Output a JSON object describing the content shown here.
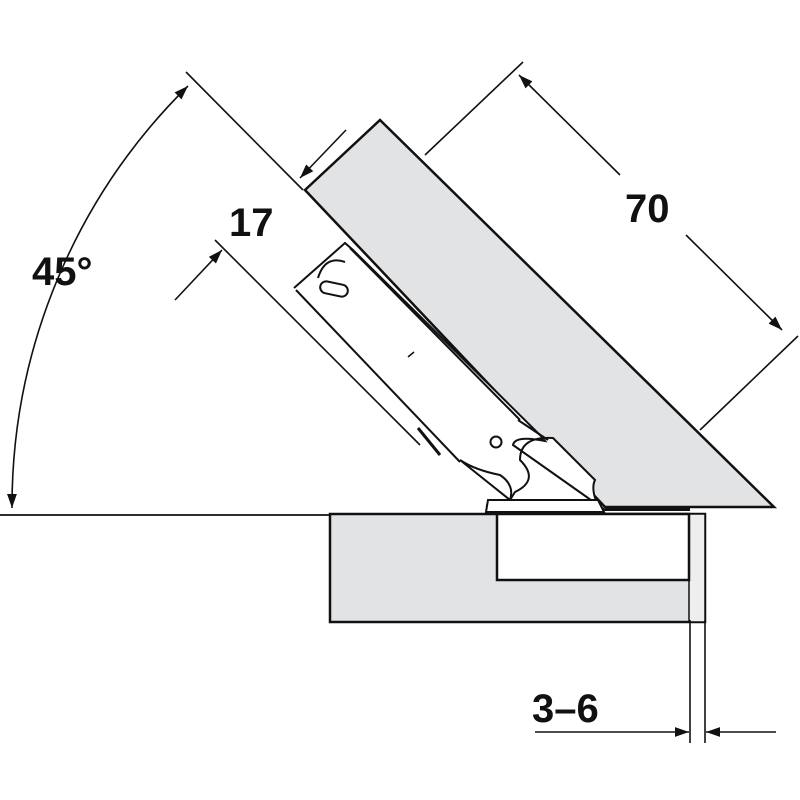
{
  "labels": {
    "angle": "45°",
    "overlay_depth": "17",
    "door_width": "70",
    "gap": "3–6"
  },
  "colors": {
    "panel": "#e2e3e4",
    "line": "#111111"
  }
}
